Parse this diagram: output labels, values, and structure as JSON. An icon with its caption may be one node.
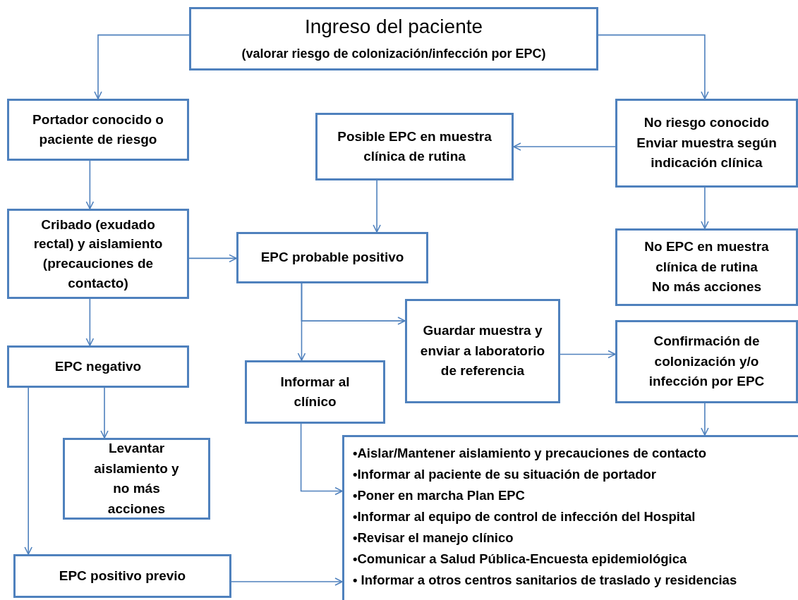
{
  "diagram": {
    "nodes": [
      {
        "text": [
          "Ingreso del paciente",
          "(valorar riesgo de colonización/infección por EPC)"
        ]
      },
      {
        "text": [
          "Portador conocido o paciente de riesgo"
        ]
      },
      {
        "text": [
          "Posible EPC en muestra clínica de rutina"
        ]
      },
      {
        "text": [
          "No riesgo conocido",
          "Enviar muestra según indicación clínica"
        ]
      },
      {
        "text": [
          "Cribado (exudado rectal) y aislamiento (precauciones de contacto)"
        ]
      },
      {
        "text": [
          "EPC probable positivo"
        ]
      },
      {
        "text": [
          "No EPC en muestra clínica de rutina",
          "No más acciones"
        ]
      },
      {
        "text": [
          "Guardar muestra y enviar a laboratorio de referencia"
        ]
      },
      {
        "text": [
          "Confirmación de colonización y/o infección por EPC"
        ]
      },
      {
        "text": [
          "EPC negativo"
        ]
      },
      {
        "text": [
          "Informar al clínico"
        ]
      },
      {
        "text": [
          "Levantar aislamiento y no más acciones"
        ]
      },
      {
        "text": [
          "•Aislar/Mantener aislamiento y precauciones de contacto",
          "•Informar al paciente de su situación de portador",
          "•Poner en marcha Plan EPC",
          "•Informar al equipo de control de infección del Hospital",
          "•Revisar el manejo clínico",
          "•Comunicar a Salud Pública-Encuesta epidemiológica",
          "• Informar a otros centros sanitarios de traslado y residencias"
        ]
      },
      {
        "text": [
          "EPC positivo previo"
        ]
      }
    ],
    "edges": [
      {
        "from": 0,
        "to": 1,
        "arrow": "to"
      },
      {
        "from": 0,
        "to": 3,
        "arrow": "to"
      },
      {
        "from": 3,
        "to": 2,
        "arrow": "to"
      },
      {
        "from": 2,
        "to": 5,
        "arrow": "to"
      },
      {
        "from": 1,
        "to": 4,
        "arrow": "to"
      },
      {
        "from": 4,
        "to": 5,
        "arrow": "to"
      },
      {
        "from": 3,
        "to": 6,
        "arrow": "to"
      },
      {
        "from": 5,
        "to": 10,
        "arrow": "to"
      },
      {
        "from": 5,
        "to": 7,
        "arrow": "to"
      },
      {
        "from": 7,
        "to": 8,
        "arrow": "to"
      },
      {
        "from": 4,
        "to": 9,
        "arrow": "to"
      },
      {
        "from": 9,
        "to": 11,
        "arrow": "to"
      },
      {
        "from": 9,
        "to": 13,
        "arrow": "to"
      },
      {
        "from": 8,
        "to": 12,
        "arrow": "to"
      },
      {
        "from": 10,
        "to": 12,
        "arrow": "to"
      },
      {
        "from": 13,
        "to": 12,
        "arrow": "to"
      }
    ]
  }
}
